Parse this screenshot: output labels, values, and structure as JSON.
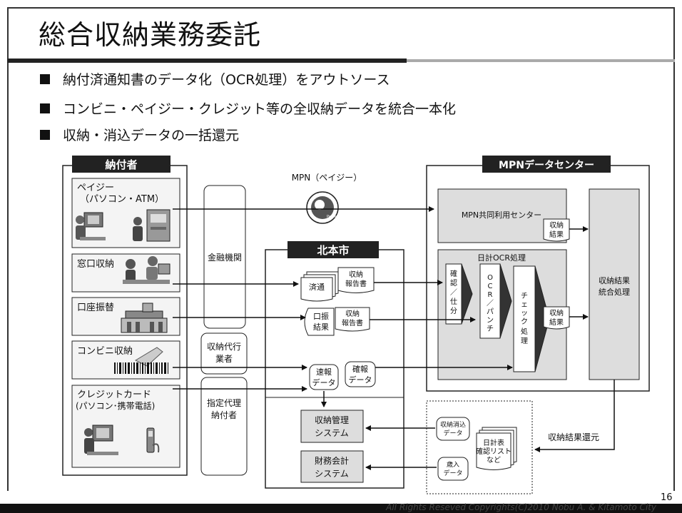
{
  "title": "総合収納業務委託",
  "bullets": [
    "納付済通知書のデータ化（OCR処理）をアウトソース",
    "コンビニ・ペイジー・クレジット等の全収納データを統合一本化",
    "収納・消込データの一括還元"
  ],
  "diagram": {
    "payer_header": "納付者",
    "payers": [
      {
        "line1": "ペイジー",
        "line2": "（パソコン・ATM）"
      },
      {
        "line1": "窓口収納",
        "line2": ""
      },
      {
        "line1": "口座振替",
        "line2": ""
      },
      {
        "line1": "コンビニ収納",
        "line2": ""
      },
      {
        "line1": "クレジットカード",
        "line2": "(パソコン･携帯電話)"
      }
    ],
    "intermediaries": {
      "bank": "金融機関",
      "agent_l1": "収納代行",
      "agent_l2": "業者",
      "designated_l1": "指定代理",
      "designated_l2": "納付者"
    },
    "mpn_label": "MPN（ペイジー）",
    "pay_easy_logo": "Pay-easy",
    "city_header": "北本市",
    "city_docs": {
      "settled": "済通",
      "report_l1": "収納",
      "report_l2": "報告書",
      "transfer_l1": "口振",
      "transfer_l2": "結果",
      "report2_l1": "収納",
      "report2_l2": "報告書",
      "quick_l1": "速報",
      "quick_l2": "データ",
      "confirm_l1": "確報",
      "confirm_l2": "データ"
    },
    "systems": {
      "receipt_l1": "収納管理",
      "receipt_l2": "システム",
      "finance_l1": "財務会計",
      "finance_l2": "システム"
    },
    "center_header": "MPNデータセンター",
    "center": {
      "shared": "MPN共同利用センター",
      "result_l1": "収納",
      "result_l2": "結果",
      "ocr_title": "日計OCR処理",
      "confirm_sort": [
        "確",
        "認",
        "／",
        "仕",
        "分"
      ],
      "ocr_punch": [
        "O",
        "C",
        "R",
        "／",
        "パ",
        "ン",
        "チ"
      ],
      "check": [
        "チ",
        "ェ",
        "ッ",
        "ク",
        "処",
        "理"
      ],
      "result2_l1": "収納",
      "result2_l2": "結果",
      "integrated_l1": "収納結果",
      "integrated_l2": "統合処理"
    },
    "returns": {
      "clear_l1": "収納消込",
      "clear_l2": "データ",
      "daily_l1": "日計表",
      "daily_l2": "確認リスト",
      "daily_l3": "など",
      "revenue_l1": "歳入",
      "revenue_l2": "データ",
      "return_label": "収納結果還元"
    }
  },
  "page_number": "16",
  "copyright": "All Rights Reseved Copyrights(C)2010 Nobu A. & Kitamoto City"
}
